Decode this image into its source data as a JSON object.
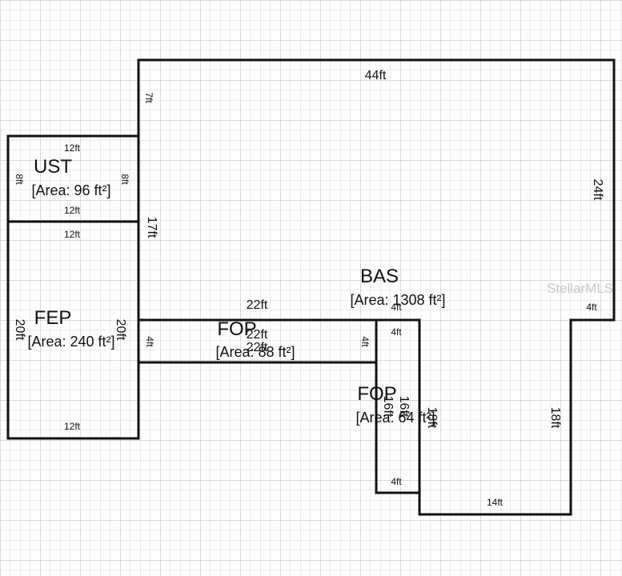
{
  "watermark": "StellarMLS",
  "areas": {
    "bas": {
      "code": "BAS",
      "area": "[Area: 1308 ft²]"
    },
    "ust": {
      "code": "UST",
      "area": "[Area: 96 ft²]"
    },
    "fep": {
      "code": "FEP",
      "area": "[Area: 240 ft²]"
    },
    "fop1": {
      "code": "FOP",
      "area": "[Area: 88 ft²]"
    },
    "fop2": {
      "code": "FOP",
      "area": "[Area: 64 ft²]"
    }
  },
  "dimensions": {
    "bas_top": "44ft",
    "bas_left_upper": "7ft",
    "bas_left_mid": "17ft",
    "bas_right_upper": "24ft",
    "bas_notch_right": "4ft",
    "bas_notch_left": "4ft",
    "bas_inner_bottom": "22ft",
    "bas_wing_right": "18ft",
    "bas_wing_bottom": "14ft",
    "ust_top": "12ft",
    "ust_bottom": "12ft",
    "ust_left": "8ft",
    "ust_right": "8ft",
    "fep_top": "12ft",
    "fep_bottom": "12ft",
    "fep_left": "20ft",
    "fep_right": "20ft",
    "fop1_top": "22ft",
    "fop1_bottom": "22ft",
    "fop1_left": "4ft",
    "fop1_right": "4ft",
    "fop2_top": "4ft",
    "fop2_bottom": "4ft",
    "fop2_left": "16ft",
    "fop2_right": "16ft",
    "wing_left": "18ft"
  }
}
